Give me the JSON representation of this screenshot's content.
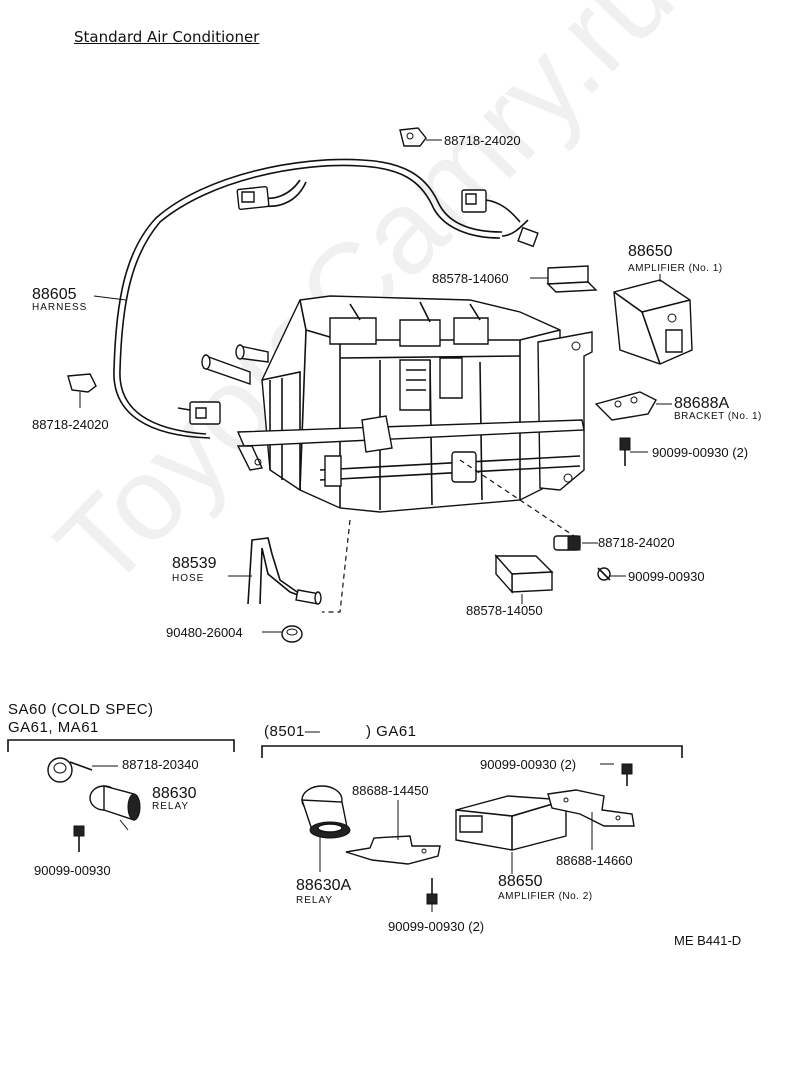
{
  "title": "Standard Air Conditioner",
  "watermark": "ToyotaCamry.ru",
  "labels": {
    "clamp_top": "88718-24020",
    "harness_num": "88605",
    "harness_name": "HARNESS",
    "clamp_left": "88718-24020",
    "pad_top": "88578-14060",
    "amp1_num": "88650",
    "amp1_name": "AMPLIFIER (No. 1)",
    "bracket1_num": "88688A",
    "bracket1_name": "BRACKET (No. 1)",
    "screw1": "90099-00930 (2)",
    "clamp_right": "88718-24020",
    "screw2": "90099-00930",
    "hose_num": "88539",
    "hose_name": "HOSE",
    "pad_bottom": "88578-14050",
    "grommet": "90480-26004"
  },
  "section_left": {
    "heading1": "SA60 (COLD SPEC)",
    "heading2": "GA61, MA61",
    "clamp": "88718-20340",
    "relay_num": "88630",
    "relay_name": "RELAY",
    "screw": "90099-00930"
  },
  "section_right": {
    "heading_open": "(8501—",
    "heading_close": ") GA61",
    "screw_top": "90099-00930 (2)",
    "bracket_a": "88688-14450",
    "bracket_b": "88688-14660",
    "relay_num": "88630A",
    "relay_name": "RELAY",
    "amp2_num": "88650",
    "amp2_name": "AMPLIFIER (No. 2)",
    "screw_bottom": "90099-00930 (2)"
  },
  "reference": "ME  B441-D"
}
